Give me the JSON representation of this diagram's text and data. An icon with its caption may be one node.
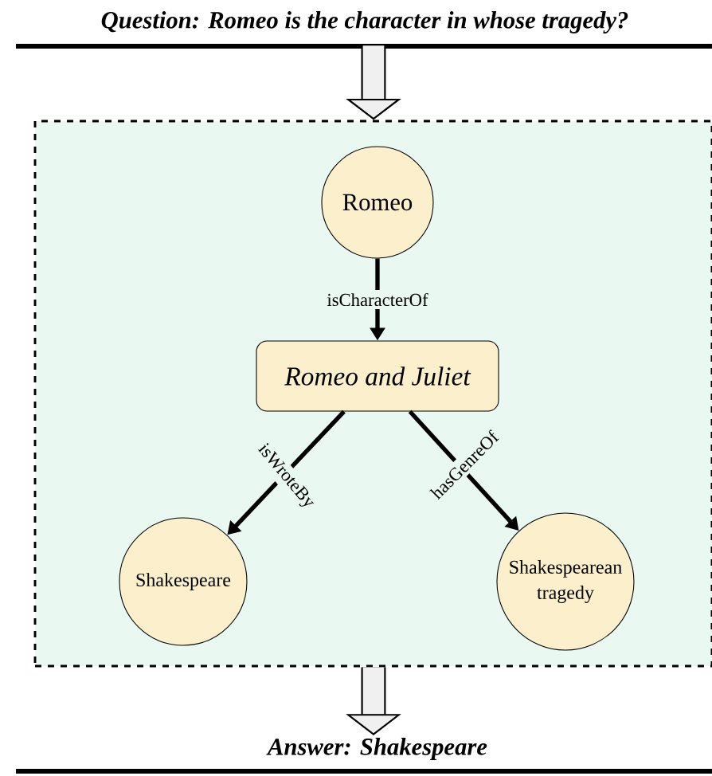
{
  "diagram": {
    "nodes": [
      {
        "text": [
          "Question: Romeo is the character in whose tragedy?"
        ]
      },
      {
        "text": [],
        "shape": "box"
      },
      {
        "text": [
          "Romeo"
        ],
        "in": 1
      },
      {
        "text": [
          "Romeo and Juliet"
        ],
        "in": 1
      },
      {
        "text": [
          "Shakespeare"
        ],
        "in": 1
      },
      {
        "text": [
          "Shakespearean tragedy"
        ],
        "in": 1
      },
      {
        "text": [
          "Answer: Shakespeare"
        ]
      }
    ],
    "edges": [
      {
        "from": 0,
        "to": 1,
        "arrow": "to",
        "style": "thick"
      },
      {
        "from": 2,
        "to": 3,
        "arrow": "to",
        "label": "isCharacterOf"
      },
      {
        "from": 3,
        "to": 4,
        "arrow": "to",
        "label": "isWroteBy"
      },
      {
        "from": 3,
        "to": 5,
        "arrow": "to",
        "label": "hasGenreOf"
      },
      {
        "from": 1,
        "to": 6,
        "arrow": "to",
        "style": "thick"
      }
    ]
  }
}
